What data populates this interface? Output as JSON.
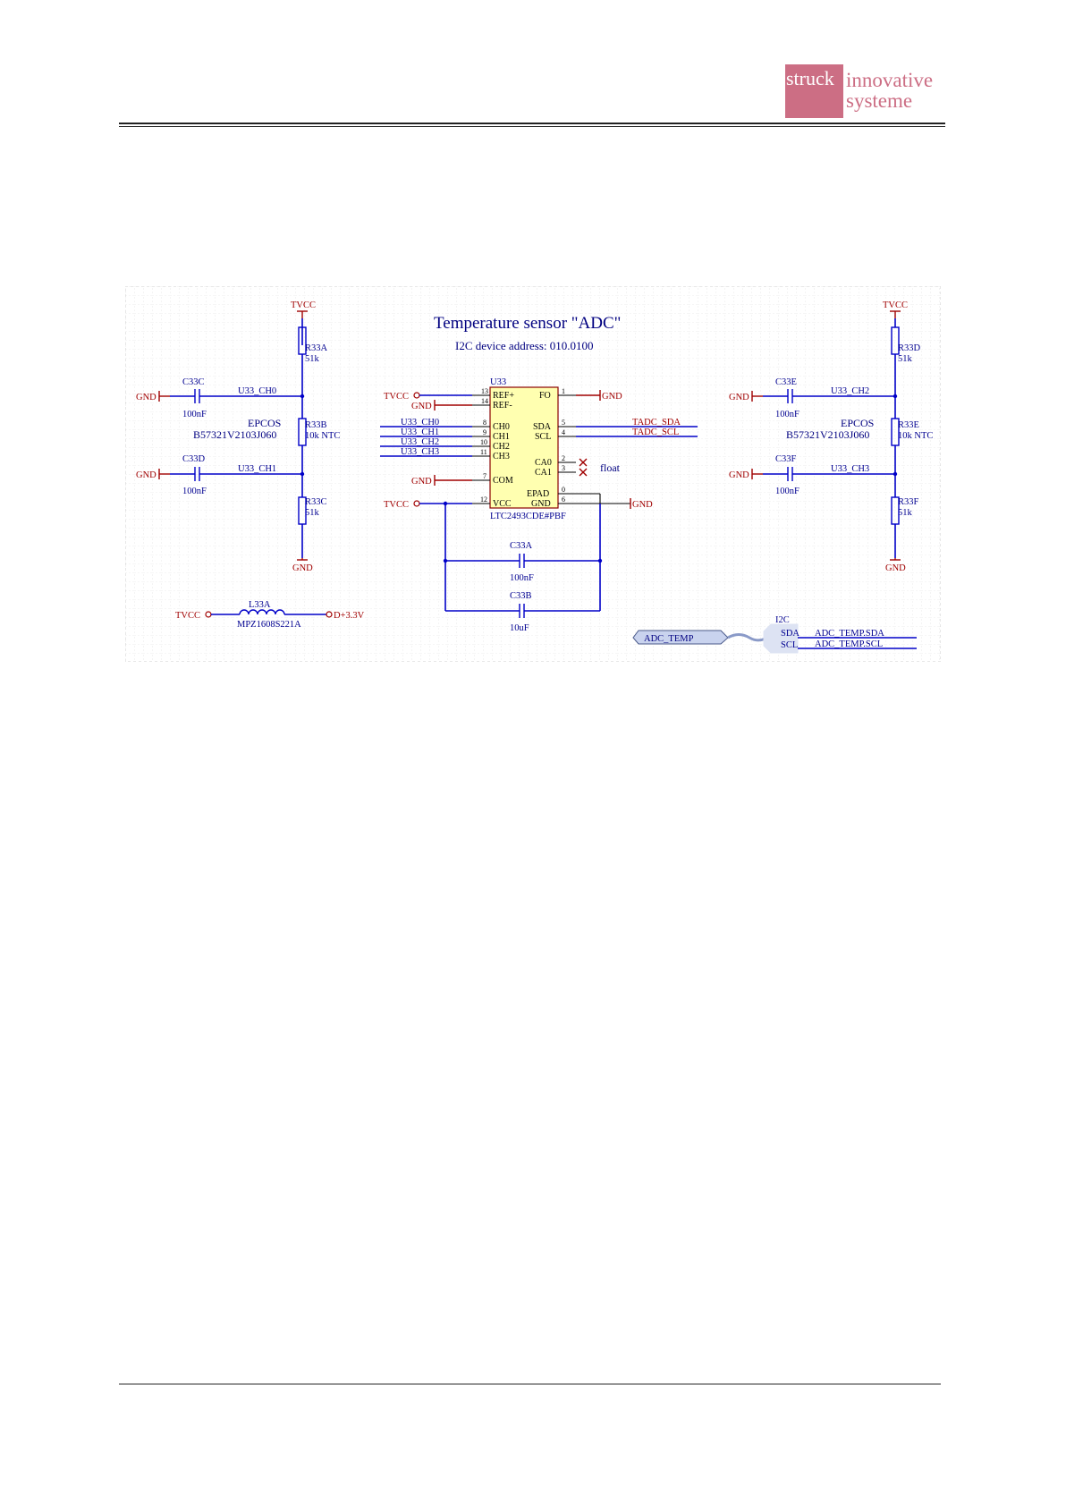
{
  "logo": {
    "box": "struck",
    "line1": "innovative",
    "line2": "systeme",
    "color": "#cc6e84"
  },
  "schematic": {
    "title": "Temperature sensor \"ADC\"",
    "subtitle": "I2C device address: 010.0100",
    "ic": {
      "ref": "U33",
      "part": "LTC2493CDE#PBF",
      "pins_left": [
        {
          "num": "13",
          "name": "REF+"
        },
        {
          "num": "14",
          "name": "REF-"
        },
        {
          "num": "8",
          "name": "CH0"
        },
        {
          "num": "9",
          "name": "CH1"
        },
        {
          "num": "10",
          "name": "CH2"
        },
        {
          "num": "11",
          "name": "CH3"
        },
        {
          "num": "7",
          "name": "COM"
        },
        {
          "num": "12",
          "name": "VCC"
        }
      ],
      "pins_right": [
        {
          "num": "1",
          "name": "FO"
        },
        {
          "num": "5",
          "name": "SDA"
        },
        {
          "num": "4",
          "name": "SCL"
        },
        {
          "num": "2",
          "name": "CA0"
        },
        {
          "num": "3",
          "name": "CA1"
        },
        {
          "num": "0",
          "name": "EPAD"
        },
        {
          "num": "6",
          "name": "GND"
        }
      ]
    },
    "power": {
      "tvcc": "TVCC",
      "gnd": "GND",
      "d33": "D+3.3V"
    },
    "nets": {
      "ch0": "U33_CH0",
      "ch1": "U33_CH1",
      "ch2": "U33_CH2",
      "ch3": "U33_CH3",
      "tadc_sda": "TADC_SDA",
      "tadc_scl": "TADC_SCL",
      "float": "float"
    },
    "resistors": {
      "r33a": {
        "ref": "R33A",
        "val": "51k"
      },
      "r33b": {
        "ref": "R33B",
        "val": "10k NTC"
      },
      "r33c": {
        "ref": "R33C",
        "val": "51k"
      },
      "r33d": {
        "ref": "R33D",
        "val": "51k"
      },
      "r33e": {
        "ref": "R33E",
        "val": "10k NTC"
      },
      "r33f": {
        "ref": "R33F",
        "val": "51k"
      }
    },
    "ntc_part": {
      "maker": "EPCOS",
      "part": "B57321V2103J060"
    },
    "caps": {
      "c33a": {
        "ref": "C33A",
        "val": "100nF"
      },
      "c33b": {
        "ref": "C33B",
        "val": "10uF"
      },
      "c33c": {
        "ref": "C33C",
        "val": "100nF"
      },
      "c33d": {
        "ref": "C33D",
        "val": "100nF"
      },
      "c33e": {
        "ref": "C33E",
        "val": "100nF"
      },
      "c33f": {
        "ref": "C33F",
        "val": "100nF"
      }
    },
    "inductor": {
      "ref": "L33A",
      "val": "MPZ1608S221A"
    },
    "harness": {
      "port": "ADC_TEMP",
      "bus": "I2C",
      "sda": "SDA",
      "scl": "SCL",
      "net_sda": "ADC_TEMP.SDA",
      "net_scl": "ADC_TEMP.SCL"
    }
  }
}
